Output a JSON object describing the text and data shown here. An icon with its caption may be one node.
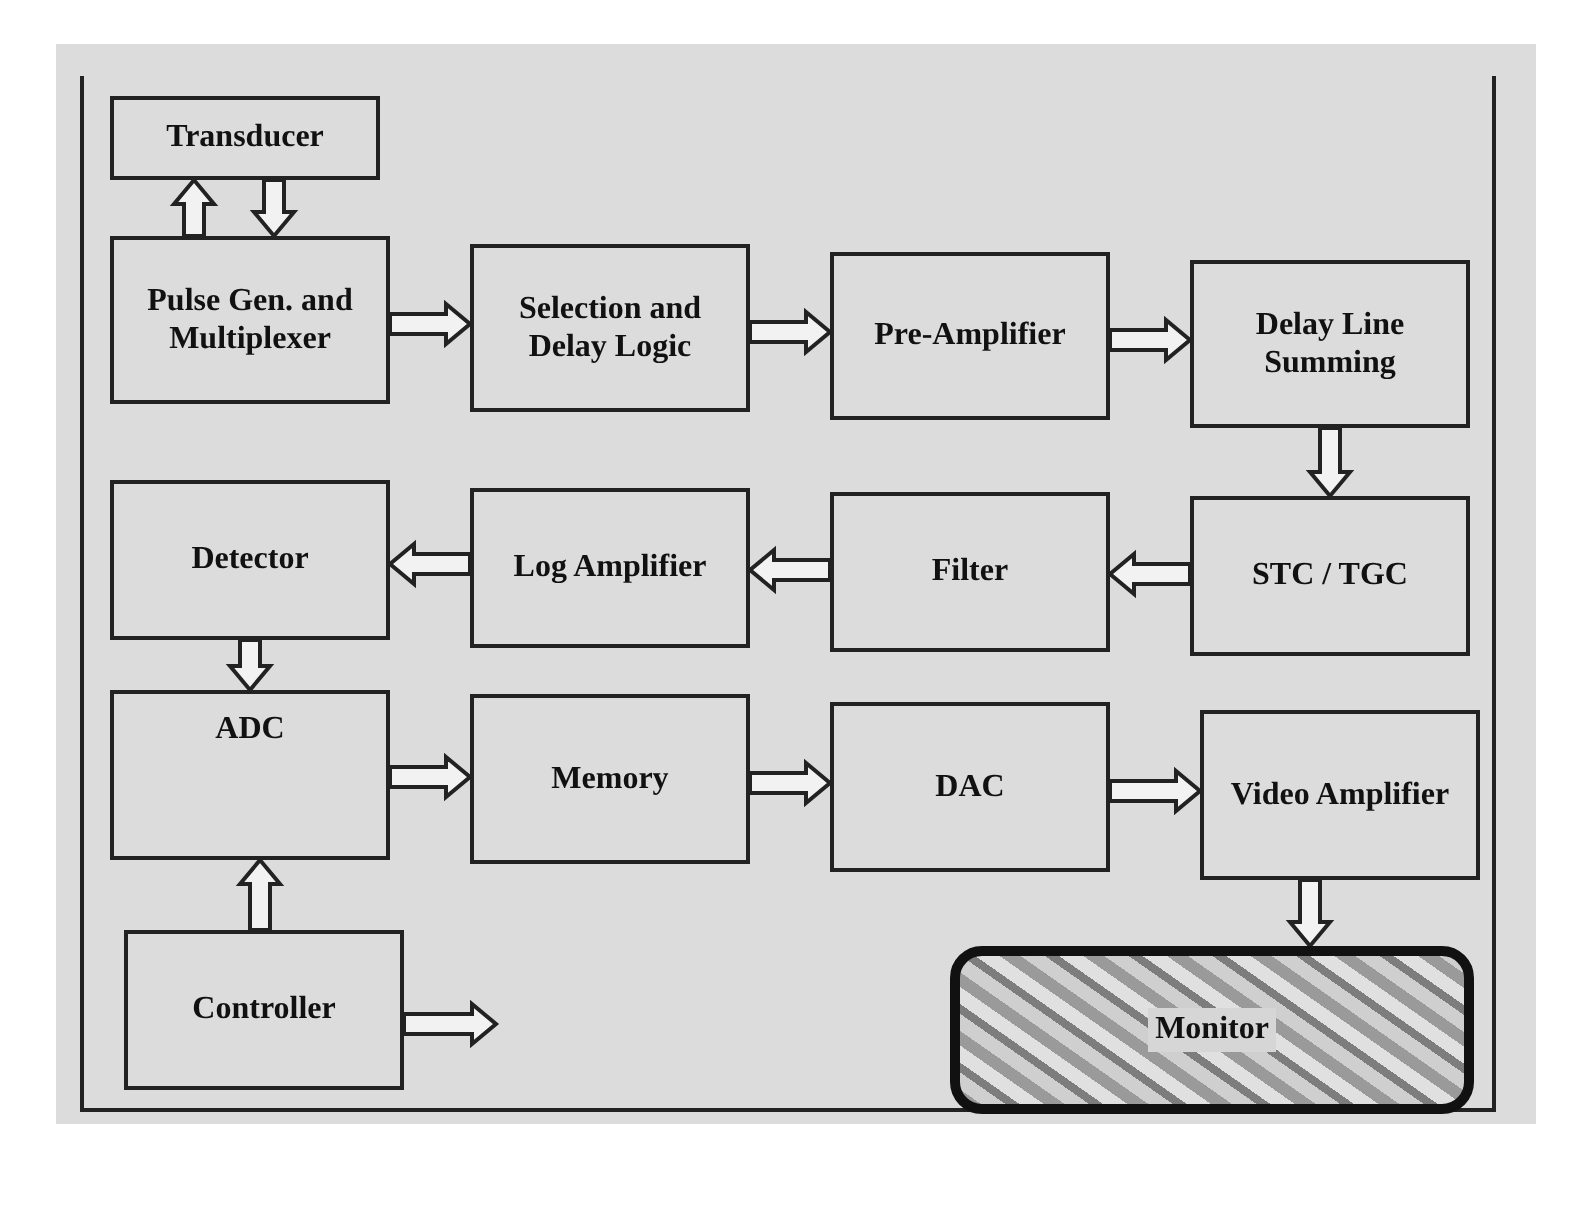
{
  "diagram": {
    "nodes": [
      {
        "text": [
          "Transducer"
        ]
      },
      {
        "text": [
          "Pulse Gen. and Multiplexer"
        ]
      },
      {
        "text": [
          "Selection and Delay Logic"
        ]
      },
      {
        "text": [
          "Pre-Amplifier"
        ]
      },
      {
        "text": [
          "Delay Line Summing"
        ]
      },
      {
        "text": [
          "STC / TGC"
        ]
      },
      {
        "text": [
          "Filter"
        ]
      },
      {
        "text": [
          "Log Amplifier"
        ]
      },
      {
        "text": [
          "Detector"
        ]
      },
      {
        "text": [
          "ADC"
        ]
      },
      {
        "text": [
          "Memory"
        ]
      },
      {
        "text": [
          "DAC"
        ]
      },
      {
        "text": [
          "Video Amplifier"
        ]
      },
      {
        "text": [
          "Controller"
        ]
      },
      {
        "text": [
          "Monitor"
        ]
      }
    ],
    "edges": [
      {
        "from": 1,
        "to": 0,
        "arrow": "to"
      },
      {
        "from": 0,
        "to": 1,
        "arrow": "to"
      },
      {
        "from": 1,
        "to": 2,
        "arrow": "to"
      },
      {
        "from": 2,
        "to": 3,
        "arrow": "to"
      },
      {
        "from": 3,
        "to": 4,
        "arrow": "to"
      },
      {
        "from": 4,
        "to": 5,
        "arrow": "to"
      },
      {
        "from": 5,
        "to": 6,
        "arrow": "to"
      },
      {
        "from": 6,
        "to": 7,
        "arrow": "to"
      },
      {
        "from": 7,
        "to": 8,
        "arrow": "to"
      },
      {
        "from": 8,
        "to": 9,
        "arrow": "to"
      },
      {
        "from": 9,
        "to": 10,
        "arrow": "to"
      },
      {
        "from": 10,
        "to": 11,
        "arrow": "to"
      },
      {
        "from": 11,
        "to": 12,
        "arrow": "to"
      },
      {
        "from": 12,
        "to": 14,
        "arrow": "to"
      },
      {
        "from": 13,
        "to": 9,
        "arrow": "to"
      },
      {
        "from": 13,
        "to": null,
        "arrow": "to"
      }
    ]
  }
}
